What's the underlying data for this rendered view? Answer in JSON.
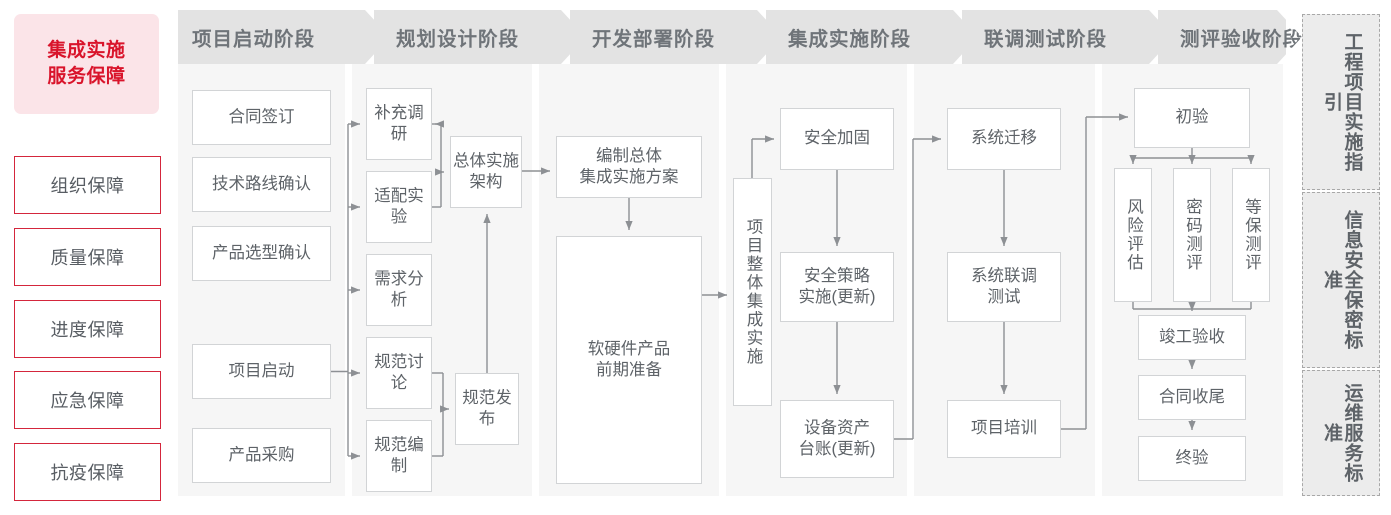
{
  "left_rail": {
    "title": "集成实施\n服务保障",
    "title_lines": [
      "集成实施",
      "服务保障"
    ],
    "items": [
      {
        "label": "组织保障"
      },
      {
        "label": "质量保障"
      },
      {
        "label": "进度保障"
      },
      {
        "label": "应急保障"
      },
      {
        "label": "抗疫保障"
      }
    ]
  },
  "phases": [
    {
      "id": "p1",
      "header": "项目启动阶段",
      "boxes": [
        "合同签订",
        "技术路线确认",
        "产品选型确认",
        "项目启动",
        "产品采购"
      ]
    },
    {
      "id": "p2",
      "header": "规划设计阶段",
      "boxes": [
        "补充调研",
        "适配实验",
        "需求分析",
        "规范讨论",
        "规范编制",
        "总体实施架构",
        "规范发布"
      ]
    },
    {
      "id": "p3",
      "header": "开发部署阶段",
      "boxes": [
        "编制总体集成实施方案",
        "软硬件产品前期准备"
      ]
    },
    {
      "id": "p4",
      "header": "集成实施阶段",
      "boxes": [
        "项目整体集成实施",
        "安全加固",
        "安全策略实施(更新)",
        "设备资产台账(更新)"
      ]
    },
    {
      "id": "p5",
      "header": "联调测试阶段",
      "boxes": [
        "系统迁移",
        "系统联调测试",
        "项目培训"
      ]
    },
    {
      "id": "p6",
      "header": "测评验收阶段",
      "boxes": [
        "初验",
        "风险评估",
        "密码测评",
        "等保测评",
        "竣工验收",
        "合同收尾",
        "终验"
      ]
    }
  ],
  "nodes": {
    "n_htqd": "合同签订",
    "n_jslx": "技术路线确认",
    "n_cpxx": "产品选型确认",
    "n_xmqd": "项目启动",
    "n_cpcg": "产品采购",
    "n_bcdy": "补充调研",
    "n_spsy": "适配实验",
    "n_xqfx": "需求分析",
    "n_gftl": "规范讨论",
    "n_gfbz": "规范编制",
    "n_ztss": "总体实施架构",
    "n_gffb": "规范发布",
    "n_bzzt": "编制总体\n集成实施方案",
    "n_bzzt_l1": "编制总体",
    "n_bzzt_l2": "集成实施方案",
    "n_ryj": "软硬件产品\n前期准备",
    "n_ryj_l1": "软硬件产品",
    "n_ryj_l2": "前期准备",
    "n_xmzt": "项目整体集成实施",
    "n_aqjg": "安全加固",
    "n_aqcl_l1": "安全策略",
    "n_aqcl_l2": "实施(更新)",
    "n_sbzc_l1": "设备资产",
    "n_sbzc_l2": "台账(更新)",
    "n_xtqy": "系统迁移",
    "n_xtld_l1": "系统联调",
    "n_xtld_l2": "测试",
    "n_xmpx": "项目培训",
    "n_cy": "初验",
    "n_fxpg": "风险评估",
    "n_mmcp": "密码测评",
    "n_dbcp": "等保测评",
    "n_jgys": "竣工验收",
    "n_htsw": "合同收尾",
    "n_zy": "终验"
  },
  "right_rail": [
    {
      "label": "工程项目实施指引"
    },
    {
      "label": "信息安全保密标准"
    },
    {
      "label": "运维服务标准"
    }
  ],
  "colors": {
    "brand_red": "#d9142b",
    "rail_box_border": "#d4263c",
    "rail_title_bg": "#fbe4e8",
    "header_bg": "#e3e3e3",
    "column_bg": "#f6f6f6",
    "box_border": "#d2d4d6",
    "text_gray": "#5e6368",
    "connector": "#8d9094",
    "right_rail_bg": "#ececec"
  }
}
